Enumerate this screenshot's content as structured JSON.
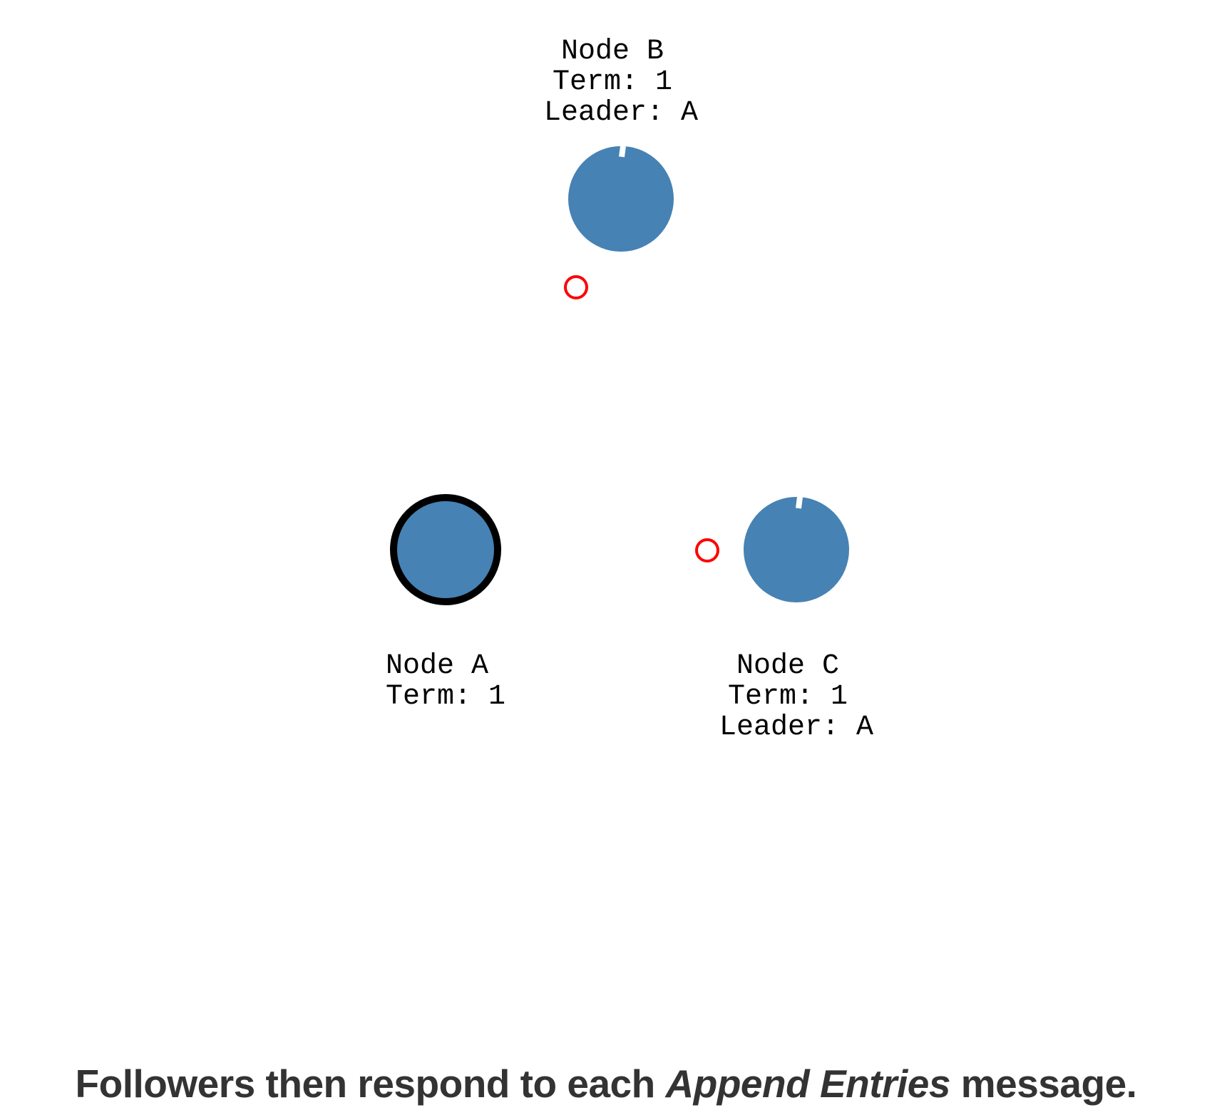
{
  "nodes": [
    {
      "id": "A",
      "lines": [
        "Node A",
        "Term: 1"
      ],
      "role": "leader"
    },
    {
      "id": "B",
      "lines": [
        "Node B",
        "Term: 1",
        "Leader: A"
      ],
      "role": "follower"
    },
    {
      "id": "C",
      "lines": [
        "Node C",
        "Term: 1",
        "Leader: A"
      ],
      "role": "follower"
    }
  ],
  "messages": [
    {
      "from": "B",
      "to": "A",
      "type": "append-entries-response"
    },
    {
      "from": "C",
      "to": "A",
      "type": "append-entries-response"
    }
  ],
  "caption": {
    "before": "Followers then respond to each ",
    "emphasis": "Append Entries",
    "after": " message."
  },
  "colors": {
    "node_fill": "#4682b4",
    "leader_stroke": "#000000",
    "message_stroke": "#ff0000",
    "timer_mark": "#ffffff",
    "caption_text": "#333333"
  }
}
